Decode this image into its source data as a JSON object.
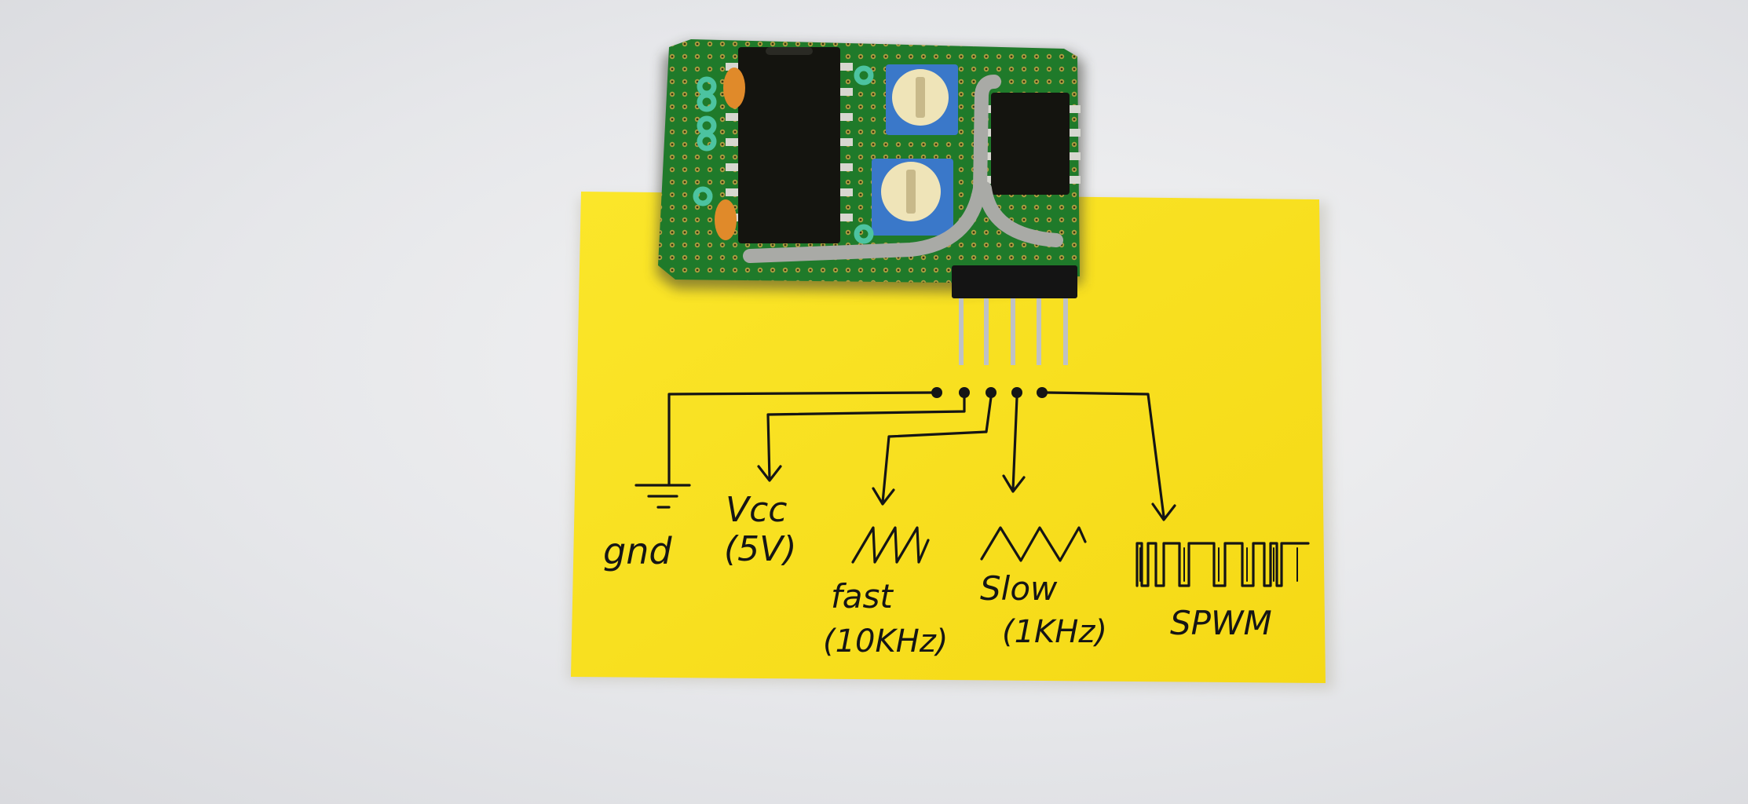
{
  "scene": {
    "subject": "perfboard-spwm-generator",
    "colors": {
      "background": "#e7e8eb",
      "sticky_note": "#f9e21f",
      "pcb": "#1f7a2a",
      "trimpot": "#3a78c9",
      "ink": "#151515"
    }
  },
  "pins": {
    "gnd": "gnd",
    "vcc": "Vcc",
    "vcc_value": "(5V)",
    "fast": "fast",
    "fast_freq": "(10KHz)",
    "slow": "Slow",
    "slow_freq": "(1KHz)",
    "spwm": "SPWM"
  }
}
